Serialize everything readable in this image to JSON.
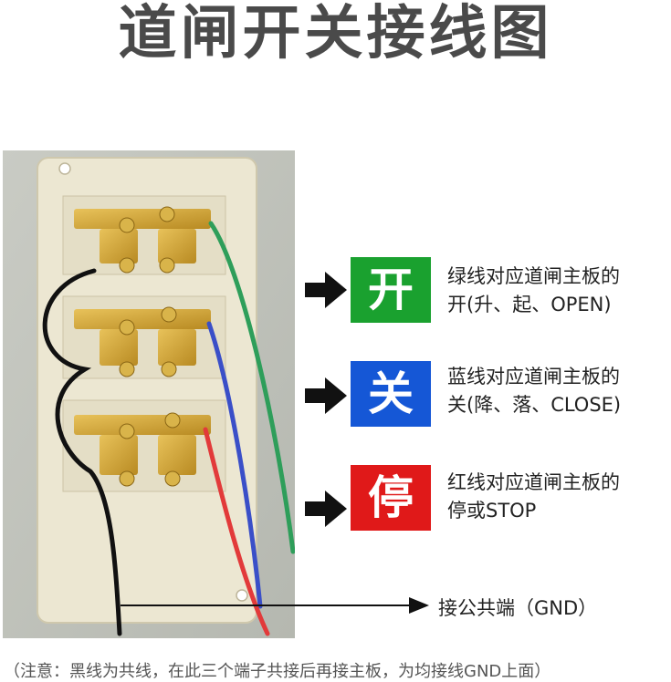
{
  "title": "道闸开关接线图",
  "colors": {
    "open": "#1aa12f",
    "close": "#1557d6",
    "stop": "#e01919",
    "wire_green": "#2e9e5a",
    "wire_blue": "#3a4fc8",
    "wire_red": "#e23a3a",
    "wire_black": "#111111"
  },
  "rows": [
    {
      "badge": "开",
      "line1": "绿线对应道闸主板的",
      "line2": "开(升、起、OPEN)"
    },
    {
      "badge": "关",
      "line1": "蓝线对应道闸主板的",
      "line2": "关(降、落、CLOSE)"
    },
    {
      "badge": "停",
      "line1": "红线对应道闸主板的",
      "line2": "停或STOP"
    }
  ],
  "gnd_label": "接公共端（GND）",
  "note": "（注意：黑线为共线，在此三个端子共接后再接主板，为均接线GND上面）"
}
